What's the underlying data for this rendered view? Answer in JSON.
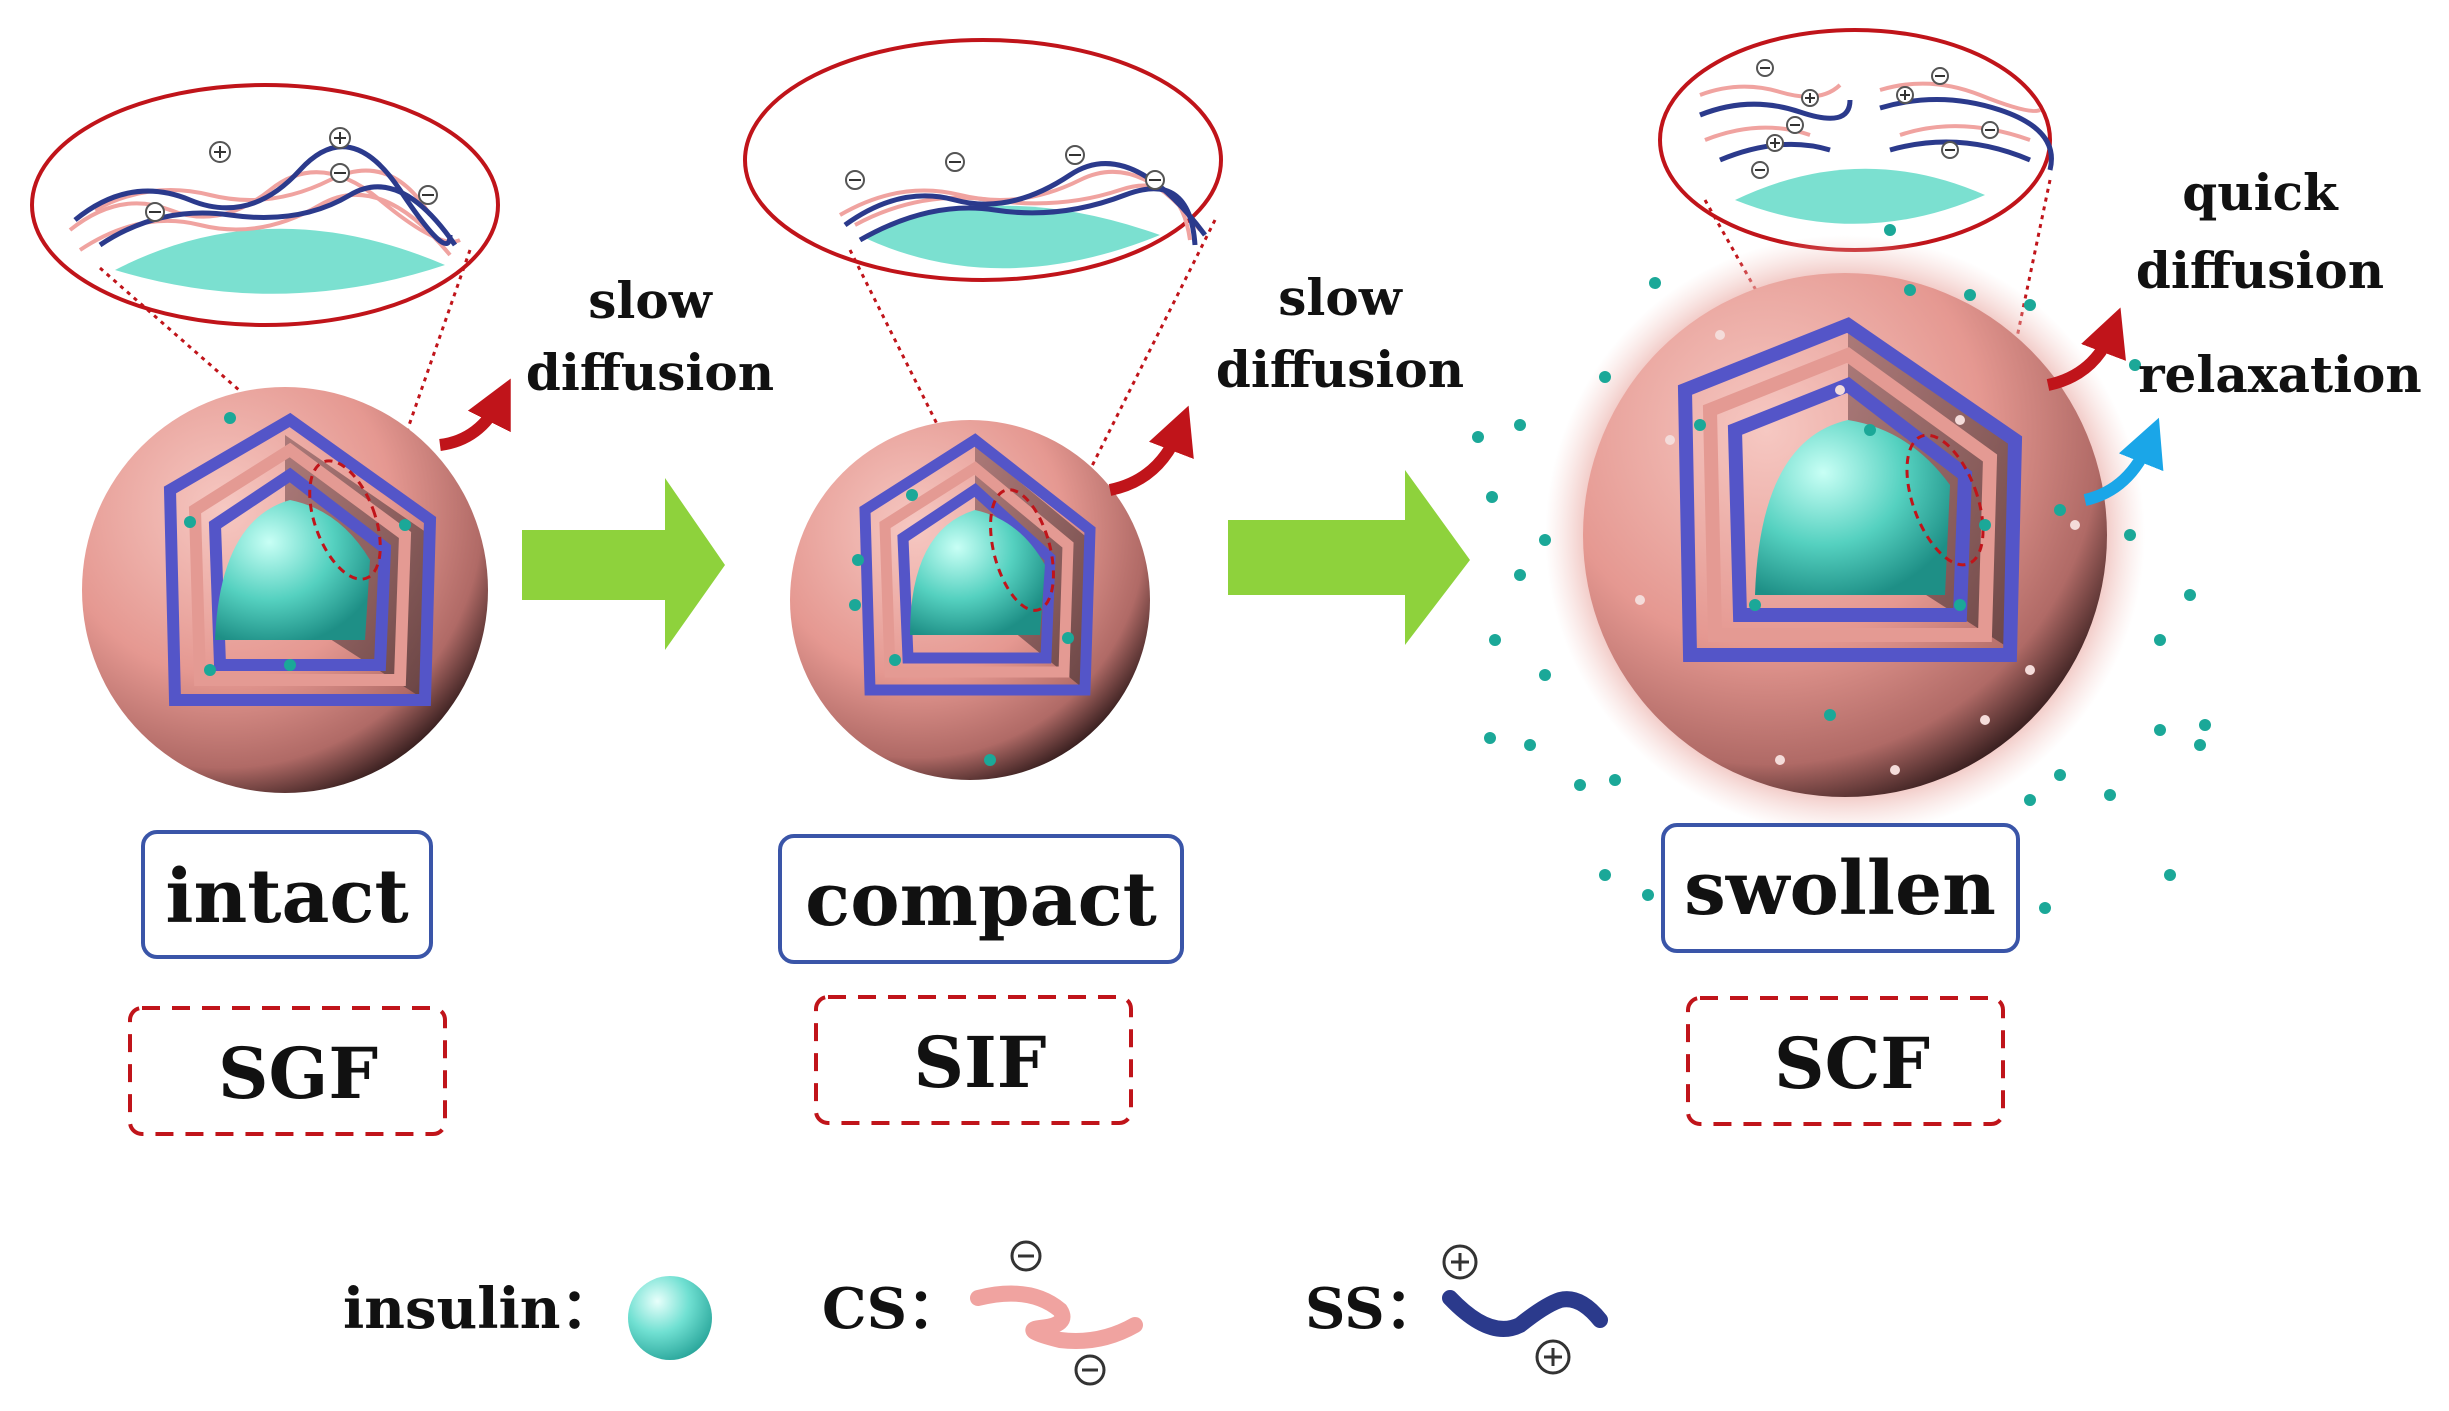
{
  "stages": [
    {
      "state": "intact",
      "medium": "SGF",
      "process": [
        "slow",
        "diffusion"
      ]
    },
    {
      "state": "compact",
      "medium": "SIF",
      "process": [
        "slow",
        "diffusion"
      ]
    },
    {
      "state": "swollen",
      "medium": "SCF",
      "process": [
        "quick",
        "diffusion"
      ],
      "extra_process": "relaxation"
    }
  ],
  "legend": {
    "insulin": "insulin：",
    "cs": "CS：",
    "ss": "SS："
  },
  "colors": {
    "shell": "#e89a94",
    "core": "#5fd6c6",
    "ss_chain": "#2b3a8c",
    "cs_chain": "#f0a3a0",
    "transition_arrow": "#8ed23c",
    "diffusion_arrow": "#c0141a",
    "relaxation_arrow": "#1aa6e8",
    "label_box": "#3a55a8",
    "medium_box": "#c0141a"
  },
  "icons": [
    "minus-charge-icon",
    "plus-charge-icon",
    "insulin-sphere-icon"
  ]
}
